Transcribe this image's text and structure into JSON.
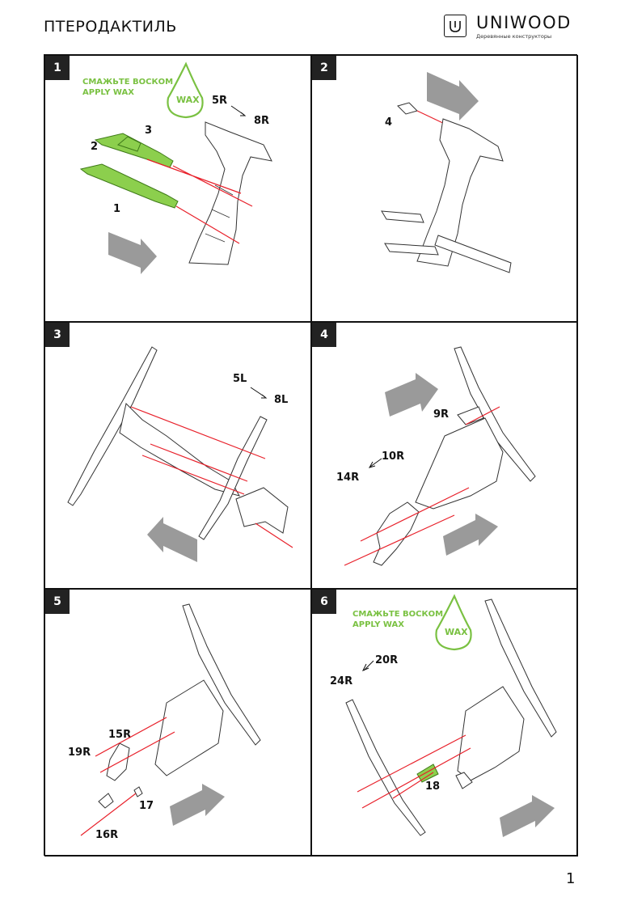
{
  "header": {
    "title": "ПТЕРОДАКТИЛЬ",
    "brand": "UNIWOOD",
    "brand_sub": "Деревянные конструкторы"
  },
  "page_number": "1",
  "wax": {
    "line1": "СМАЖЬТЕ ВОСКОМ",
    "line2": "APPLY WAX",
    "drop": "WAX"
  },
  "colors": {
    "wax_green": "#7ac142",
    "guide_red": "#e8202a",
    "arrow_grey": "#9a9a9a"
  },
  "steps": [
    {
      "number": "1",
      "labels": [
        "5R",
        "8R",
        "3",
        "2",
        "1"
      ]
    },
    {
      "number": "2",
      "labels": [
        "4"
      ]
    },
    {
      "number": "3",
      "labels": [
        "5L",
        "8L"
      ]
    },
    {
      "number": "4",
      "labels": [
        "9R",
        "10R",
        "14R"
      ]
    },
    {
      "number": "5",
      "labels": [
        "15R",
        "19R",
        "17",
        "16R"
      ]
    },
    {
      "number": "6",
      "labels": [
        "20R",
        "24R",
        "18"
      ]
    }
  ]
}
